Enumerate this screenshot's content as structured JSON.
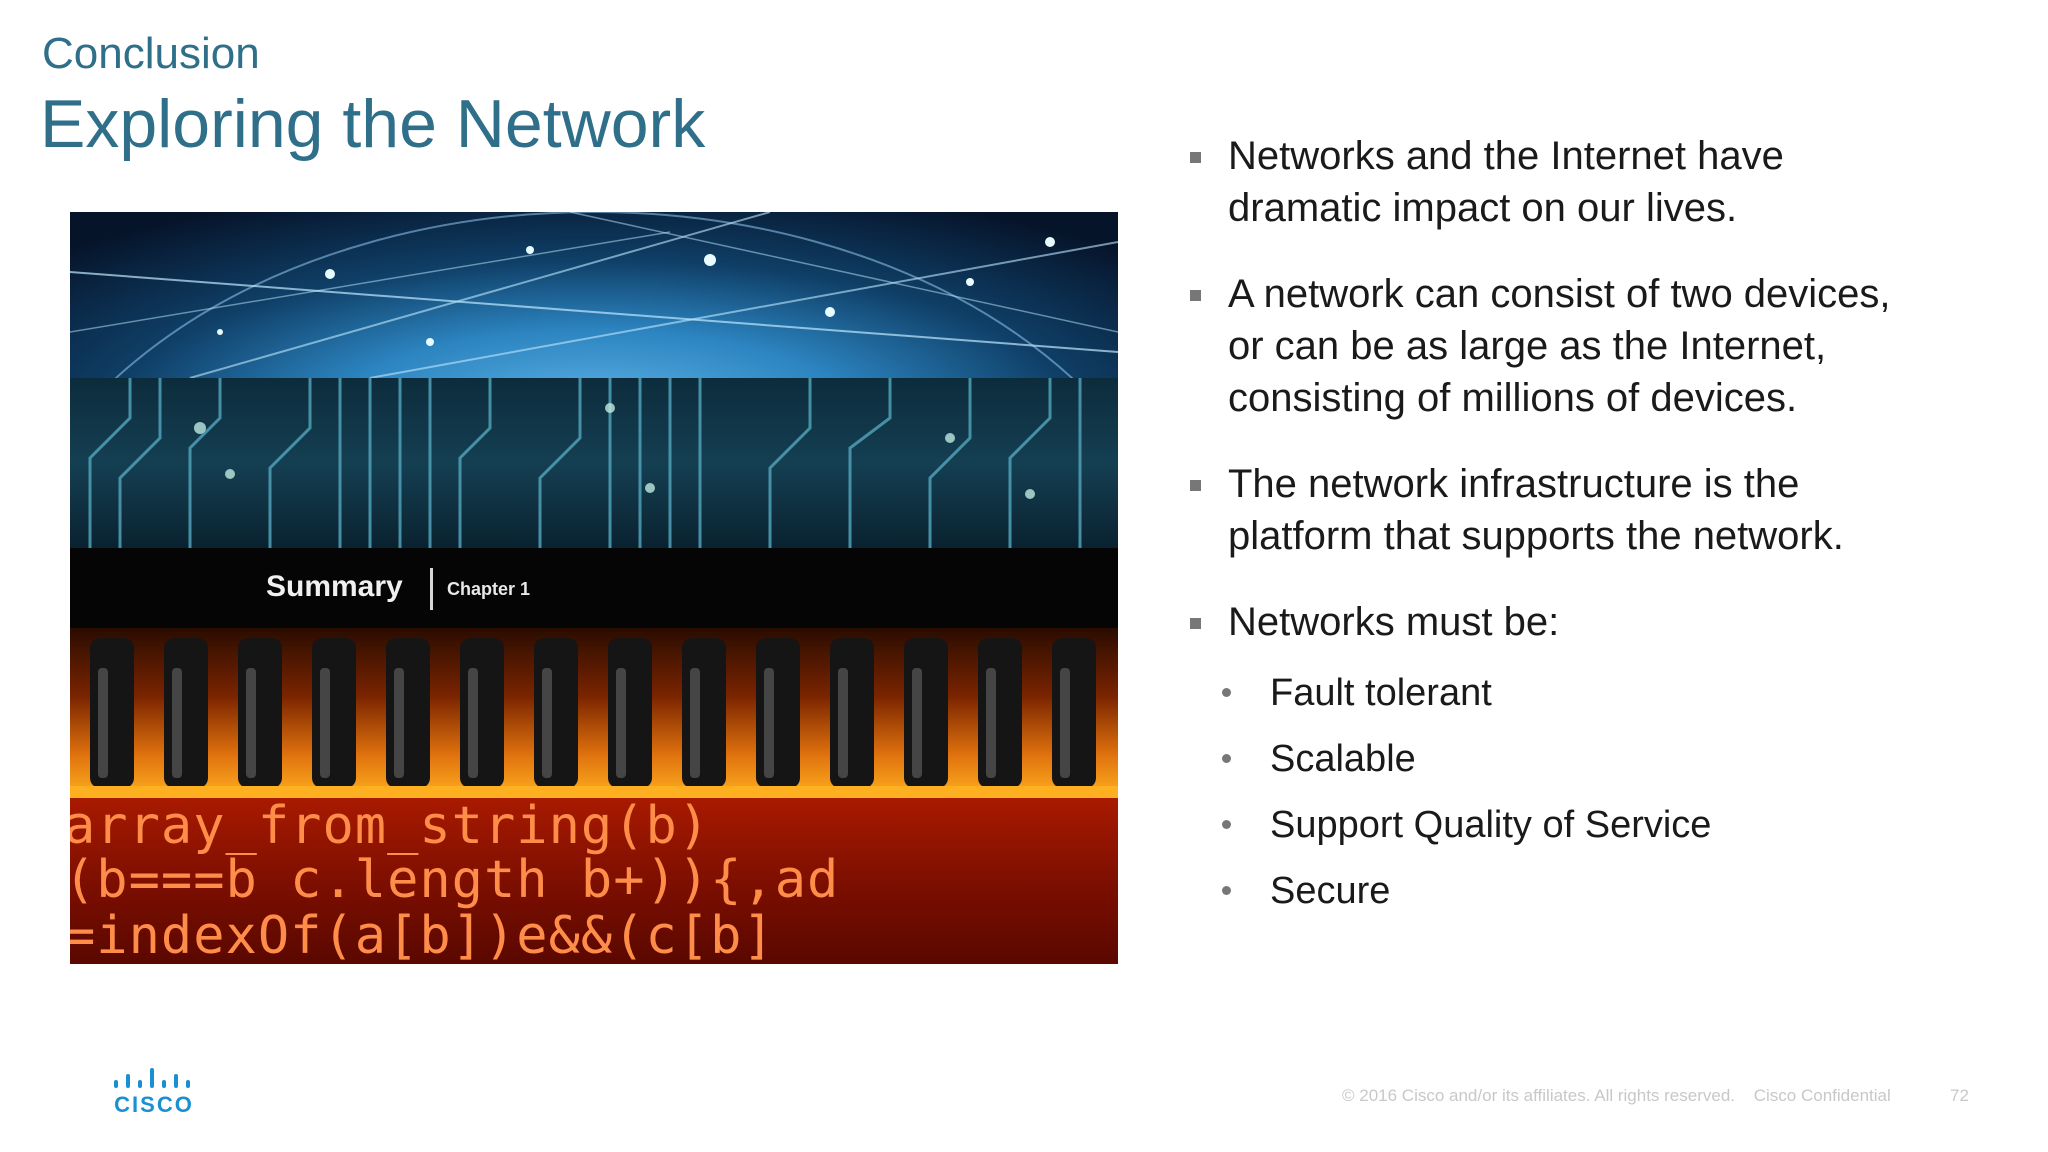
{
  "header": {
    "kicker": "Conclusion",
    "title": "Exploring the Network"
  },
  "image": {
    "summary_label": "Summary",
    "chapter_label": "Chapter 1",
    "code_lines": [
      "array_from_string(b)",
      "(b===b  c.length b+)){,ad",
      "=indexOf(a[b])e&&(c[b]"
    ]
  },
  "bullets": [
    {
      "text_1": "Networks and the Internet have",
      "text_2": "dramatic impact on our lives."
    },
    {
      "text_1": "A network can consist of two devices,",
      "text_2": "or can be as large as the Internet,",
      "text_3": "consisting of millions of devices."
    },
    {
      "text_1": "The network infrastructure is the",
      "text_2": "platform that supports the network."
    },
    {
      "text_1": "Networks must be:"
    }
  ],
  "sub_bullets": [
    "Fault tolerant",
    "Scalable",
    "Support Quality of Service",
    "Secure"
  ],
  "footer": {
    "logo_text": "CISCO",
    "copyright": "© 2016  Cisco and/or its affiliates. All rights reserved.",
    "confidential": "Cisco Confidential",
    "page_number": "72"
  },
  "colors": {
    "title": "#2f6f8a",
    "logo": "#1a8fd1",
    "bullet_marker": "#777777"
  }
}
